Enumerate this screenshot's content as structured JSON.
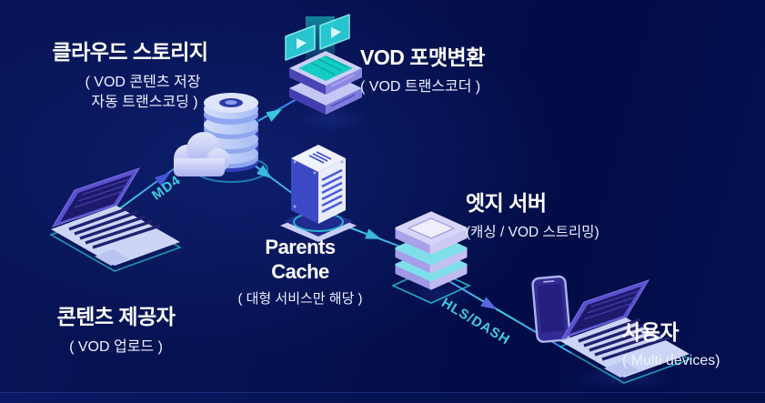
{
  "diagram_type": "vod-streaming-architecture",
  "nodes": {
    "cloud_storage": {
      "title": "클라우드 스토리지",
      "sub1": "( VOD 콘텐츠 저장",
      "sub2": "자동 트랜스코딩 )"
    },
    "vod_transcoder": {
      "title": "VOD 포맷변환",
      "sub": "( VOD 트랜스코더 )"
    },
    "content_provider": {
      "title": "콘텐츠 제공자",
      "sub": "( VOD 업로드 )"
    },
    "parents_cache": {
      "title1": "Parents",
      "title2": "Cache",
      "sub": "( 대형 서비스만 해당 )"
    },
    "edge_server": {
      "title": "엣지 서버",
      "sub": "(캐싱 / VOD 스트리밍)"
    },
    "user": {
      "title": "사용자",
      "sub": "( Multi devices)"
    }
  },
  "edge_labels": {
    "upload": "MD4",
    "streaming": "HLS/DASH"
  },
  "edges": [
    {
      "from": "content_provider",
      "to": "cloud_storage",
      "label": "MD4"
    },
    {
      "from": "cloud_storage",
      "to": "vod_transcoder",
      "label": ""
    },
    {
      "from": "cloud_storage",
      "to": "parents_cache",
      "label": ""
    },
    {
      "from": "parents_cache",
      "to": "edge_server",
      "label": ""
    },
    {
      "from": "edge_server",
      "to": "user",
      "label": "HLS/DASH"
    }
  ],
  "icons": {
    "cloud_storage": "cloud-database-icon",
    "vod_transcoder": "video-transcoder-icon",
    "content_provider": "laptop-icon",
    "parents_cache": "server-tower-icon",
    "edge_server": "layered-cache-icon",
    "user": "multi-device-icon"
  },
  "colors": {
    "background_dark": "#020c46",
    "background_light": "#071557",
    "line_cyan": "#3fd4e4",
    "line_blue": "#3f6cf0",
    "arrowhead_blue": "#4656d8",
    "edge_label_cyan": "#41cbdf",
    "title_text": "#ffffff",
    "sub_text": "#eef1ff",
    "icon_lavender": "#ccd5f6",
    "icon_indigo": "#3c49c4",
    "icon_teal": "#2cd2da"
  }
}
